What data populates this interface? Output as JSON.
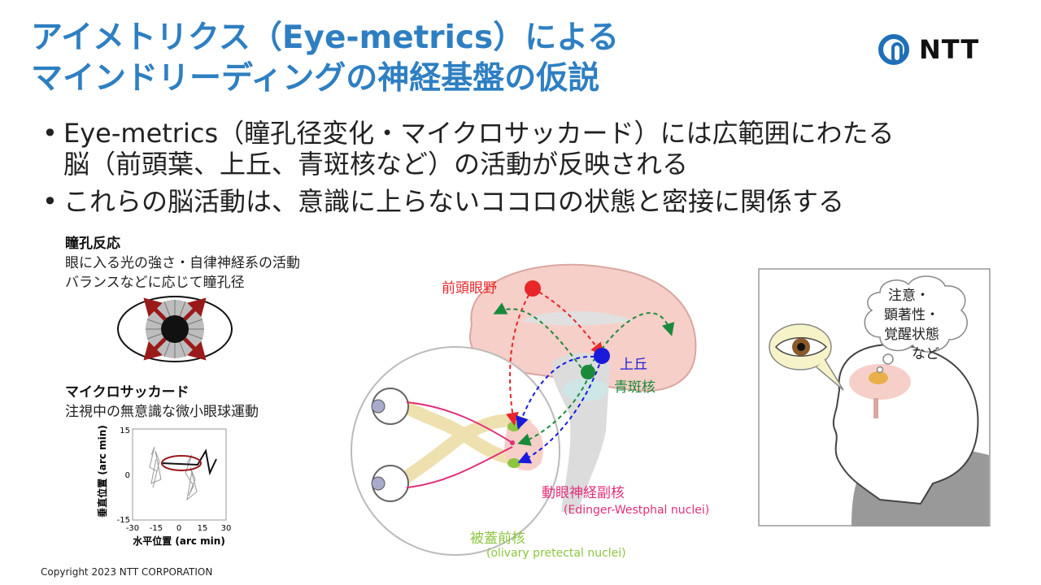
{
  "title": {
    "line1": "アイメトリクス（Eye-metrics）による",
    "line2": "マインドリーディングの神経基盤の仮説"
  },
  "logo": {
    "text": "NTT"
  },
  "bullets": [
    {
      "line1": "Eye-metrics（瞳孔径変化・マイクロサッカード）には広範囲にわたる",
      "line2": "脳（前頭葉、上丘、青斑核など）の活動が反映される"
    },
    {
      "line1": "これらの脳活動は、意識に上らないココロの状態と密接に関係する"
    }
  ],
  "pupil": {
    "title": "瞳孔反応",
    "text_line1": "眼に入る光の強さ・自律神経系の活動",
    "text_line2": "バランスなどに応じて瞳孔径"
  },
  "microsaccade": {
    "title": "マイクロサッカード",
    "text": "注視中の無意識な微小眼球運動",
    "ylabel": "垂直位置 (arc min)",
    "xlabel": "水平位置 (arc min)",
    "yticks": [
      "15",
      "0",
      "-15"
    ],
    "xticks": [
      "-30",
      "-15",
      "0",
      "15",
      "30"
    ]
  },
  "brain_labels": {
    "fef": "前頭眼野",
    "sc": "上丘",
    "lc": "青斑核",
    "ew": "動眼神経副核",
    "ew_en": "(Edinger-Westphal nuclei)",
    "pretectal": "被蓋前核",
    "pretectal_en": "(olivary pretectal nuclei)"
  },
  "thought": {
    "line1": "注意・",
    "line2": "顕著性・",
    "line3": "覚醒状態",
    "line4": "など"
  },
  "colors": {
    "title_blue": "#2e7fc2",
    "red": "#e8262a",
    "blue": "#1a1adb",
    "green": "#1a8a3a",
    "magenta": "#e0307a",
    "lime": "#8cc63f"
  },
  "copyright": "Copyright 2023 NTT CORPORATION"
}
